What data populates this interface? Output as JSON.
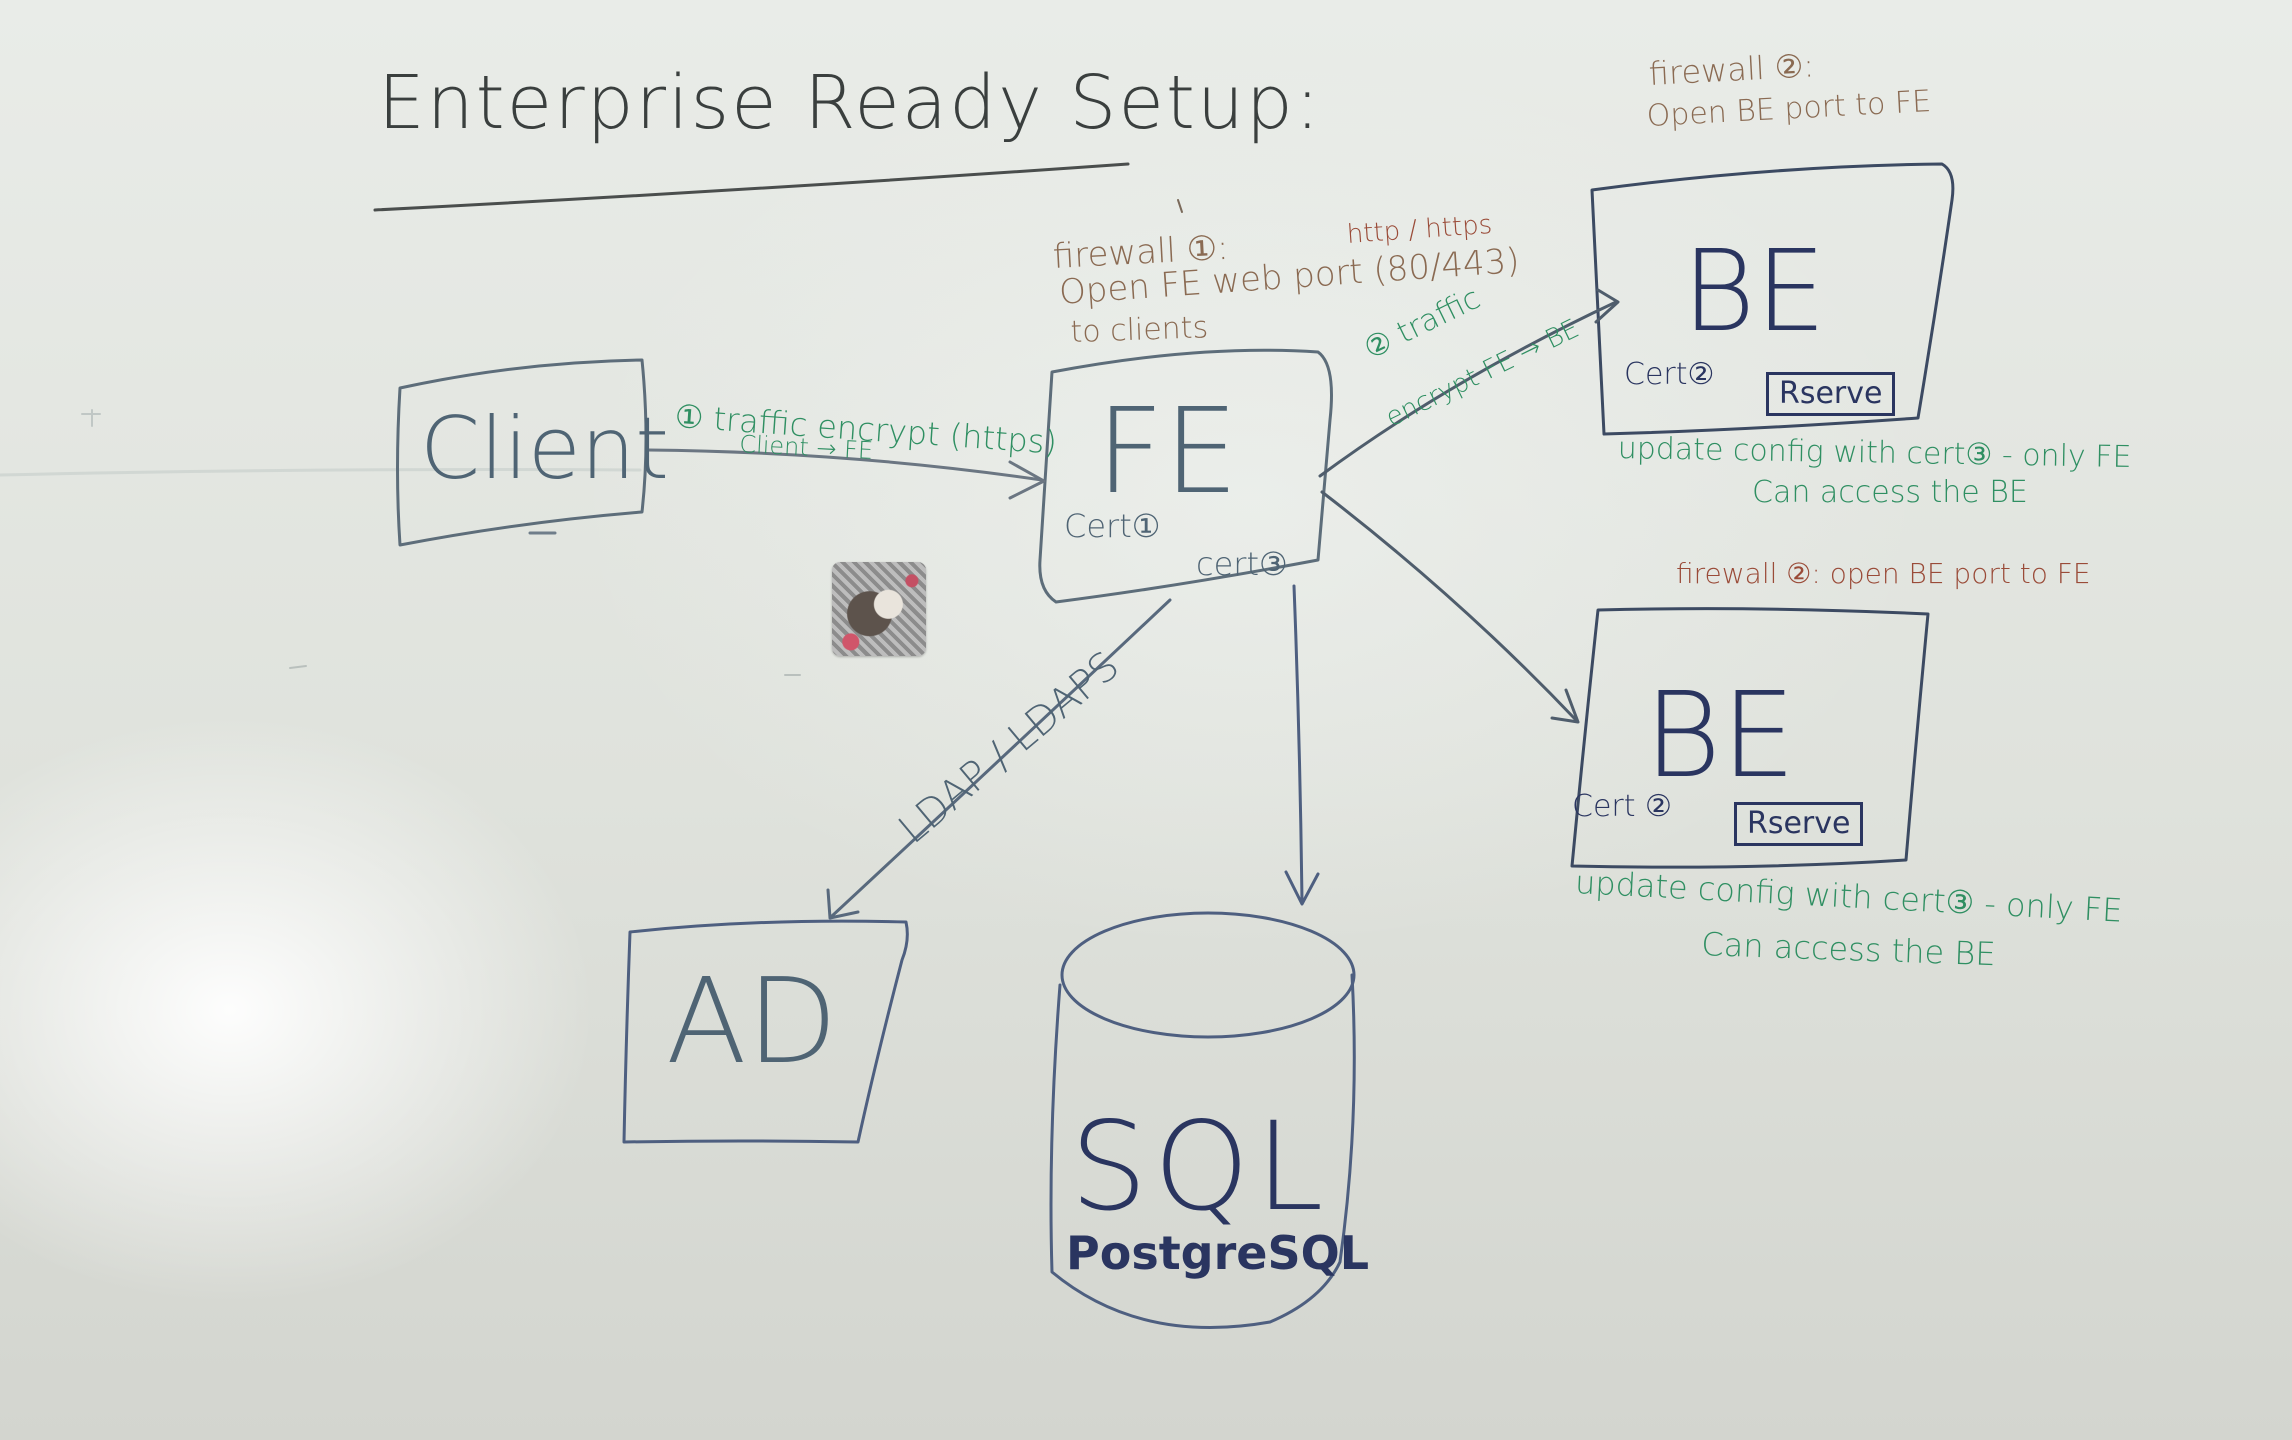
{
  "title": "Enterprise Ready Setup:",
  "nodes": {
    "client": {
      "label": "Client"
    },
    "fe": {
      "label": "FE",
      "cert1": "Cert①",
      "cert3": "cert③"
    },
    "be_top": {
      "label": "BE",
      "cert": "Cert②",
      "serve": "Rserve"
    },
    "be_bottom": {
      "label": "BE",
      "cert": "Cert ②",
      "serve": "Rserve"
    },
    "ad": {
      "label": "AD"
    },
    "db": {
      "label": "SQL",
      "sublabel": "PostgreSQL"
    }
  },
  "annotations": {
    "firewall1": [
      "firewall ①:",
      "Open FE web port (80/443)",
      "to clients"
    ],
    "http": "http / https",
    "traffic1": [
      "① traffic encrypt (https)",
      "Client → FE"
    ],
    "traffic2": [
      "② traffic",
      "encrypt FE → BE"
    ],
    "ldap": "LDAP / LDAPS",
    "firewall2_top": [
      "firewall ②:",
      "Open BE port to FE"
    ],
    "update_top": [
      "update config with cert③ - only FE",
      "Can access the BE"
    ],
    "firewall2_bottom": "firewall ②: open BE port to FE",
    "update_bottom": [
      "update config with cert③ - only FE",
      "Can access the BE"
    ]
  },
  "colors": {
    "black_ink": "#3a3f3e",
    "blue_ink": "#4f6474",
    "navy_ink": "#2a3560",
    "green_ink": "#2f8f62",
    "red_ink": "#9a4b38"
  }
}
